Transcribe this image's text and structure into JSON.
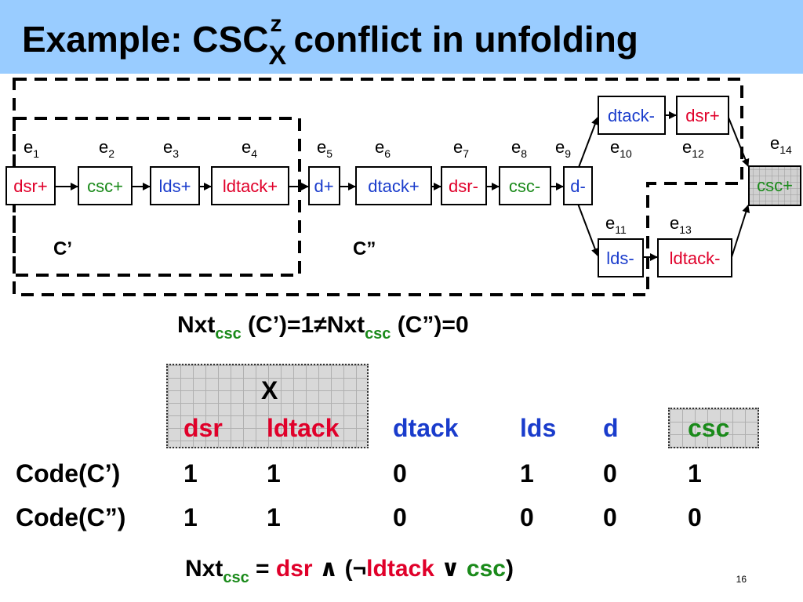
{
  "title": {
    "prefix": "Example: CSC",
    "sup": "z",
    "sub": "X",
    "suffix": "conflict in unfolding"
  },
  "events": [
    {
      "name": "e",
      "idx": "1"
    },
    {
      "name": "e",
      "idx": "2"
    },
    {
      "name": "e",
      "idx": "3"
    },
    {
      "name": "e",
      "idx": "4"
    },
    {
      "name": "e",
      "idx": "5"
    },
    {
      "name": "e",
      "idx": "6"
    },
    {
      "name": "e",
      "idx": "7"
    },
    {
      "name": "e",
      "idx": "8"
    },
    {
      "name": "e",
      "idx": "9"
    },
    {
      "name": "e",
      "idx": "10"
    },
    {
      "name": "e",
      "idx": "11"
    },
    {
      "name": "e",
      "idx": "12"
    },
    {
      "name": "e",
      "idx": "13"
    },
    {
      "name": "e",
      "idx": "14"
    }
  ],
  "nodes": [
    {
      "id": "e1",
      "label": "dsr+",
      "color": "#e0002a"
    },
    {
      "id": "e2",
      "label": "csc+",
      "color": "#1a8a1a"
    },
    {
      "id": "e3",
      "label": "lds+",
      "color": "#1a3ccc"
    },
    {
      "id": "e4",
      "label": "ldtack+",
      "color": "#e0002a"
    },
    {
      "id": "e5",
      "label": "d+",
      "color": "#1a3ccc"
    },
    {
      "id": "e6",
      "label": "dtack+",
      "color": "#1a3ccc"
    },
    {
      "id": "e7",
      "label": "dsr-",
      "color": "#e0002a"
    },
    {
      "id": "e8",
      "label": "csc-",
      "color": "#1a8a1a"
    },
    {
      "id": "e9",
      "label": "d-",
      "color": "#1a3ccc"
    },
    {
      "id": "e10",
      "label": "dtack-",
      "color": "#1a3ccc"
    },
    {
      "id": "e12",
      "label": "dsr+",
      "color": "#e0002a"
    },
    {
      "id": "e11",
      "label": "lds-",
      "color": "#1a3ccc"
    },
    {
      "id": "e13",
      "label": "ldtack-",
      "color": "#e0002a"
    },
    {
      "id": "e14",
      "label": "csc+",
      "color": "#1a8a1a"
    }
  ],
  "cuts": {
    "c1": "C’",
    "c2": "C”"
  },
  "nxt_compare": {
    "part1": "Nxt",
    "sub1": "csc",
    "part2": " (C’)=1",
    "neq": "≠",
    "part3": "Nxt",
    "sub2": "csc",
    "part4": " (C”)=0"
  },
  "table": {
    "group_label": "X",
    "headers": [
      {
        "label": "dsr",
        "color": "#e0002a"
      },
      {
        "label": "ldtack",
        "color": "#e0002a"
      },
      {
        "label": "dtack",
        "color": "#1a3ccc"
      },
      {
        "label": "lds",
        "color": "#1a3ccc"
      },
      {
        "label": "d",
        "color": "#1a3ccc"
      },
      {
        "label": "csc",
        "color": "#1a8a1a"
      }
    ],
    "rows": [
      {
        "label": "Code(C’)",
        "values": [
          "1",
          "1",
          "0",
          "1",
          "0",
          "1"
        ]
      },
      {
        "label": "Code(C”)",
        "values": [
          "1",
          "1",
          "0",
          "0",
          "0",
          "0"
        ]
      }
    ]
  },
  "nxt_formula": {
    "lhs": "Nxt",
    "sub": "csc",
    "eq": " = ",
    "t1": "dsr",
    "and": " ∧ (",
    "not": "¬",
    "t2": "ldtack",
    "or": " ∨ ",
    "t3": "csc",
    "close": ")"
  },
  "page_number": "16"
}
